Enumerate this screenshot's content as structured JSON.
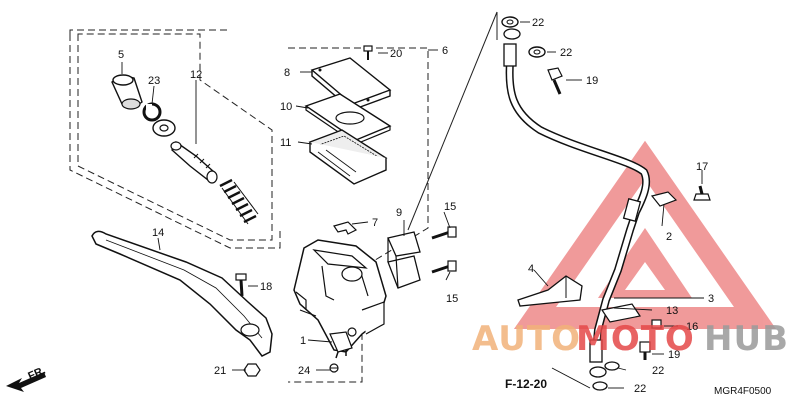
{
  "diagram": {
    "labels": {
      "p1": "1",
      "p2": "2",
      "p3": "3",
      "p4": "4",
      "p5": "5",
      "p6": "6",
      "p7": "7",
      "p8": "8",
      "p9": "9",
      "p10": "10",
      "p11": "11",
      "p12": "12",
      "p13": "13",
      "p14": "14",
      "p15a": "15",
      "p15b": "15",
      "p16": "16",
      "p17": "17",
      "p18": "18",
      "p19a": "19",
      "p19b": "19",
      "p20": "20",
      "p21": "21",
      "p22a": "22",
      "p22b": "22",
      "p22c": "22",
      "p22d": "22",
      "p23": "23",
      "p24": "24"
    },
    "reference": "F-12-20",
    "diagram_code": "MGR4F0500",
    "front_arrow": "FR."
  },
  "watermark": {
    "text_auto": "AUTO",
    "text_moto": "MOTO",
    "text_hub": "HUB",
    "color_auto": "#f2b27a",
    "color_moto": "#e54848",
    "color_hub": "#9a9a9a",
    "triangle_color": "#e54848"
  }
}
